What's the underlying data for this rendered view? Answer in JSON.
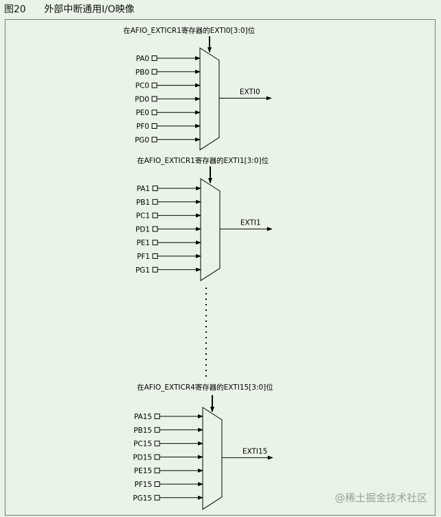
{
  "caption": "图20      外部中断通用I/O映像",
  "watermark": "@稀土掘金技术社区",
  "colors": {
    "background": "#e9f3e7",
    "stroke": "#000000"
  },
  "muxes": [
    {
      "title": "在AFIO_EXTICR1寄存器的EXTI0[3:0]位",
      "inputs": [
        "PA0",
        "PB0",
        "PC0",
        "PD0",
        "PE0",
        "PF0",
        "PG0"
      ],
      "output": "EXTI0"
    },
    {
      "title": "在AFIO_EXTICR1寄存器的EXTI1[3:0]位",
      "inputs": [
        "PA1",
        "PB1",
        "PC1",
        "PD1",
        "PE1",
        "PF1",
        "PG1"
      ],
      "output": "EXTI1"
    },
    {
      "title": "在AFIO_EXTICR4寄存器的EXTI15[3:0]位",
      "inputs": [
        "PA15",
        "PB15",
        "PC15",
        "PD15",
        "PE15",
        "PF15",
        "PG15"
      ],
      "output": "EXTI15"
    }
  ]
}
